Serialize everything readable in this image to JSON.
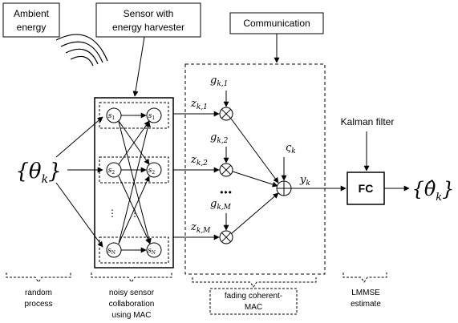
{
  "labels": {
    "ambient_energy_line1": "Ambient",
    "ambient_energy_line2": "energy",
    "sensor_harvester_line1": "Sensor with",
    "sensor_harvester_line2": "energy harvester",
    "communication": "Communication",
    "kalman_filter": "Kalman filter",
    "fc": "FC",
    "theta_input": "{θk}",
    "theta_output": "{θ̂k}",
    "dots_vertical": "⋮",
    "dots_horizontal": "•••"
  },
  "signals": {
    "z1_main": "z",
    "z1_sub": "k,1",
    "z2_main": "z",
    "z2_sub": "k,2",
    "zM_main": "z",
    "zM_sub": "k,M",
    "g1_main": "g",
    "g1_sub": "k,1",
    "g2_main": "g",
    "g2_sub": "k,2",
    "gM_main": "g",
    "gM_sub": "k,M",
    "noise_main": "ς",
    "noise_sub": "k",
    "y_main": "y",
    "y_sub": "k"
  },
  "nodes": {
    "s1_main": "s",
    "s1_sub": "1",
    "s2_main": "s",
    "s2_sub": "2",
    "sN_main": "s",
    "sN_sub": "N"
  },
  "captions": {
    "random_process": [
      "random",
      "process"
    ],
    "sensor_collab": [
      "noisy sensor",
      "collaboration",
      "using MAC"
    ],
    "fading_mac": [
      "fading coherent-",
      "MAC"
    ],
    "lmmse": [
      "LMMSE",
      "estimate"
    ]
  },
  "colors": {
    "stroke": "#000000",
    "background": "#ffffff"
  }
}
